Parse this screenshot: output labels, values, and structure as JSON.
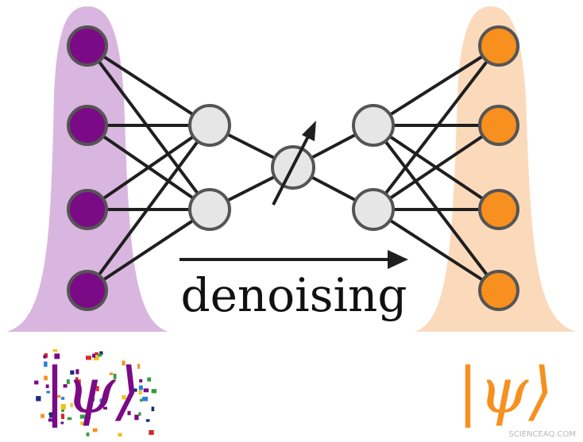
{
  "diagram": {
    "caption": "denoising",
    "input_state_label": "|ψ⟩",
    "output_state_label": "|ψ⟩",
    "watermark": "SCIENCEAQ.COM",
    "layers": [
      {
        "name": "input",
        "nodes": 4
      },
      {
        "name": "hidden-1",
        "nodes": 2
      },
      {
        "name": "bottleneck",
        "nodes": 1
      },
      {
        "name": "hidden-2",
        "nodes": 2
      },
      {
        "name": "output",
        "nodes": 4
      }
    ],
    "colors": {
      "input_node": "#7b0a86",
      "input_cloud": "#d9b6df",
      "output_node": "#f7901e",
      "output_cloud": "#fbd8b8",
      "hidden_node": "#e6e6e6",
      "edge": "#1f1f1f",
      "node_stroke": "#555555",
      "output_label": "#f7901e"
    }
  }
}
